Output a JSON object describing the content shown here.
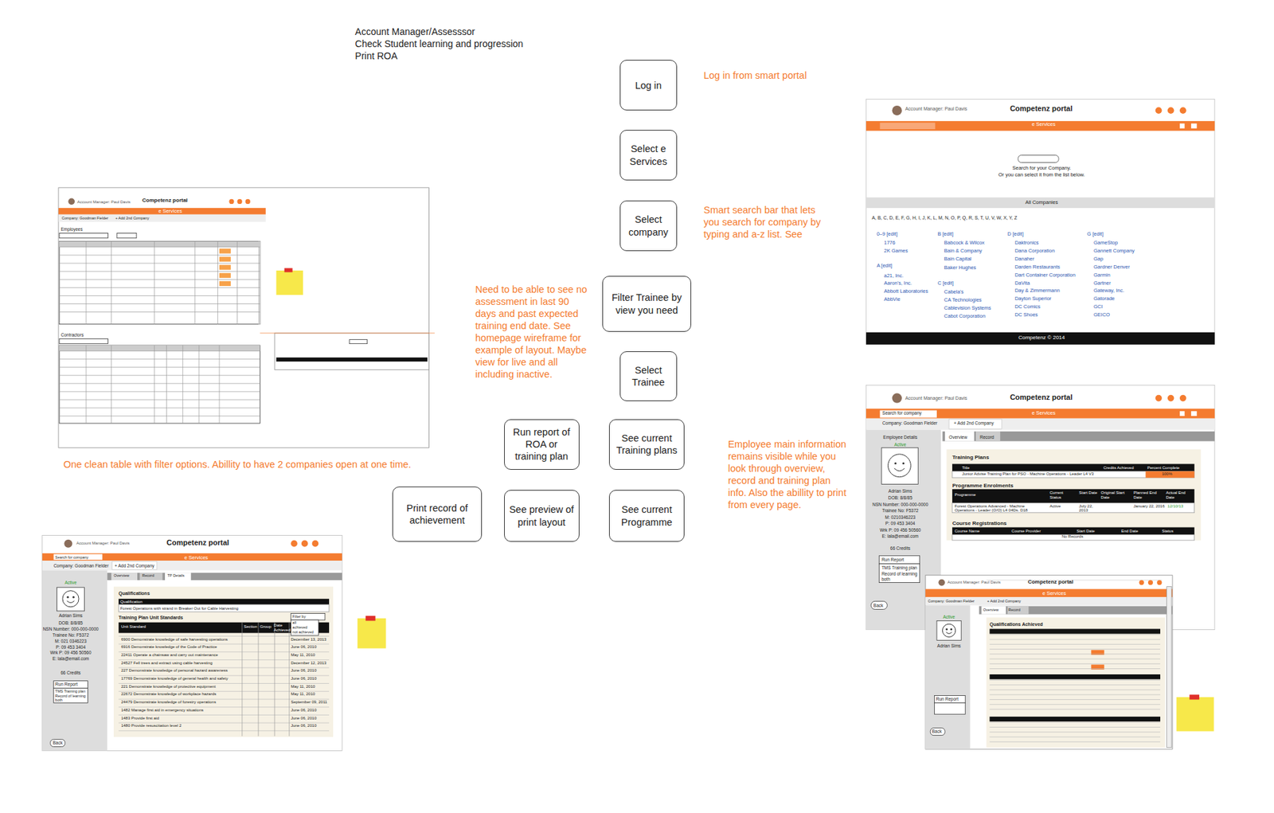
{
  "diagram": {
    "title": "Account Manager/Assesssor",
    "nodes": [
      {
        "text": [
          "Log in"
        ]
      },
      {
        "text": [
          "Select e Services"
        ]
      },
      {
        "text": [
          "Select company"
        ]
      },
      {
        "text": [
          "Filter Trainee by view you need"
        ]
      },
      {
        "text": [
          "Select Trainee"
        ]
      },
      {
        "text": [
          "See current Training plans"
        ]
      },
      {
        "text": [
          "Run report of ROA or training plan"
        ]
      },
      {
        "text": [
          "See current Programme"
        ]
      },
      {
        "text": [
          "See preview of print layout"
        ]
      },
      {
        "text": [
          "Print record of achievement"
        ]
      }
    ],
    "labels": [
      "Check Student learning and progression",
      "Print ROA",
      "Log in from smart portal",
      "Smart search bar that lets you search for company by typing and a-z list. See",
      "Need to be able to see no assessment in last 90 days and past expected training end date. See homepage wireframe for example of layout. Maybe view for live and all including inactive.",
      "Employee main information remains visible while you look through overview, record and training plan info. Also the abillity to print from every page.",
      "One clean table with filter options. Abillity to have 2 companies open at one time.",
      "Account Manager: Paul Davis",
      "Competenz portal",
      "e Services",
      "Search for your Company.",
      "Or you can select it from the list below.",
      "All Companies",
      "A, B, C, D, E, F, G, H, I, J, K, L, M, N, O, P, Q, R, S, T, U, V, W, X, Y, Z",
      "0–9 [edit]",
      "1776",
      "2K Games",
      "A [edit]",
      "a21, Inc.",
      "Aaron's, Inc.",
      "Abbott Laboratories",
      "AbbVie",
      "B [edit]",
      "Babcock & Wilcox",
      "Bain & Company",
      "Bain Capital",
      "Baker Hughes",
      "C [edit]",
      "Cabela's",
      "CA Technologies",
      "Cablevision Systems",
      "Cabot Corporation",
      "D [edit]",
      "Daktronics",
      "Dana Corporation",
      "Danaher",
      "Darden Restaurants",
      "Dart Container Corporation",
      "DaVita",
      "Day & Zimmermann",
      "Dayton Superior",
      "DC Comics",
      "DC Shoes",
      "G [edit]",
      "GameStop",
      "Gannett Company",
      "Gap",
      "Gardner Denver",
      "Garmin",
      "Gartner",
      "Gateway, Inc.",
      "Gatorade",
      "GCI",
      "GEICO",
      "Competenz © 2014",
      "Account Manager: Paul Davis",
      "Competenz portal",
      "Search for company",
      "e Services",
      "Company: Goodman Fielder",
      "+ Add 2nd Company",
      "Employee Details",
      "Active",
      "Adrian Sims",
      "DOB: 8/8/85",
      "NSN Number: 000-000-0000",
      "Trainee No: F5372",
      "M: 0210346223",
      "P: 09 453 3404",
      "Wrk P: 09 456 50560",
      "E: lala@email.com",
      "66 Credits",
      "Run Report",
      "TMS Training plan",
      "Record of learning",
      "both",
      "Back",
      "Overview",
      "Record",
      "Training Plans",
      "Title",
      "Credits Achieved",
      "Percent Complete",
      "Junior Advise Training Plan for PSO - Machine Operations - Leader L4 V3",
      "100%",
      "Programme Enrolments",
      "Programme",
      "Current Status",
      "Start Date",
      "Original Start Date",
      "Planned End Date",
      "Actual End Date",
      "Forest Operations Advanced - Machine Operations - Leader (O/O) L4 04Ds. D18",
      "Active",
      "July 22, 2013",
      "January 22, 2016",
      "12/10/13",
      "Course Registrations",
      "Course Name",
      "Course Provider",
      "Start Date",
      "End Date",
      "Status",
      "No Records",
      "Account Manager: Paul Davis",
      "Competenz portal",
      "e Services",
      "Company: Goodman Fielder",
      "+ Add 2nd Company",
      "Overview",
      "Record",
      "Active",
      "Adrian Sims",
      "Run Report",
      "Back",
      "Qualifications Achieved",
      "Account Manager: Paul Davis",
      "Competenz portal",
      "e Services",
      "Company: Goodman Fielder",
      "+ Add 2nd Company",
      "Employees",
      "Contractors",
      "Account Manager: Paul Davis",
      "Competenz portal",
      "Search for company",
      "e Services",
      "Company: Goodman Fielder",
      "+ Add 2nd Company",
      "Overview",
      "Record",
      "TP Details",
      "Active",
      "Adrian Sims",
      "DOB: 8/8/85",
      "NSN Number: 000-000-0000",
      "Trainee No: F5372",
      "M: 021 0346223",
      "P: 09 453 3404",
      "Wrk P: 09 456 50560",
      "E: lala@email.com",
      "66 Credits",
      "Run Report",
      "TMS Training plan",
      "Record of learning",
      "both",
      "Back",
      "Qualifications",
      "Qualification",
      "Forest Operations with strand in Breaker Out for Cable Harvesting",
      "Training Plan Unit Standards",
      "Unit Standard",
      "Section",
      "Group",
      "Date Achieved",
      "Filter by",
      "all",
      "achieved",
      "not achieved",
      "6900 Demonstrate knowledge of safe harvesting operations",
      "6916 Demonstrate knowledge of the Code of Practice",
      "22411 Operate a chainsaw and carry out maintenance",
      "24527 Fell trees and extract using cable harvesting",
      "227 Demonstrate knowledge of personal hazard awareness",
      "17769 Demonstrate knowledge of general health and safety",
      "221 Demonstrate knowledge of protective equipment",
      "22672 Demonstrate knowledge of workplace hazards",
      "24479 Demonstrate knowledge of forestry operations",
      "1482 Manage first aid in emergency situations",
      "1483 Provide first aid",
      "1480 Provide resuscitation level 2",
      "December 13, 2013",
      "June 06, 2010",
      "May 11, 2010",
      "December 12, 2013",
      "June 06, 2010",
      "June 06, 2010",
      "May 11, 2010",
      "May 11, 2010",
      "September 09, 2011",
      "June 06, 2010",
      "June 06, 2010",
      "June 06, 2010"
    ]
  }
}
